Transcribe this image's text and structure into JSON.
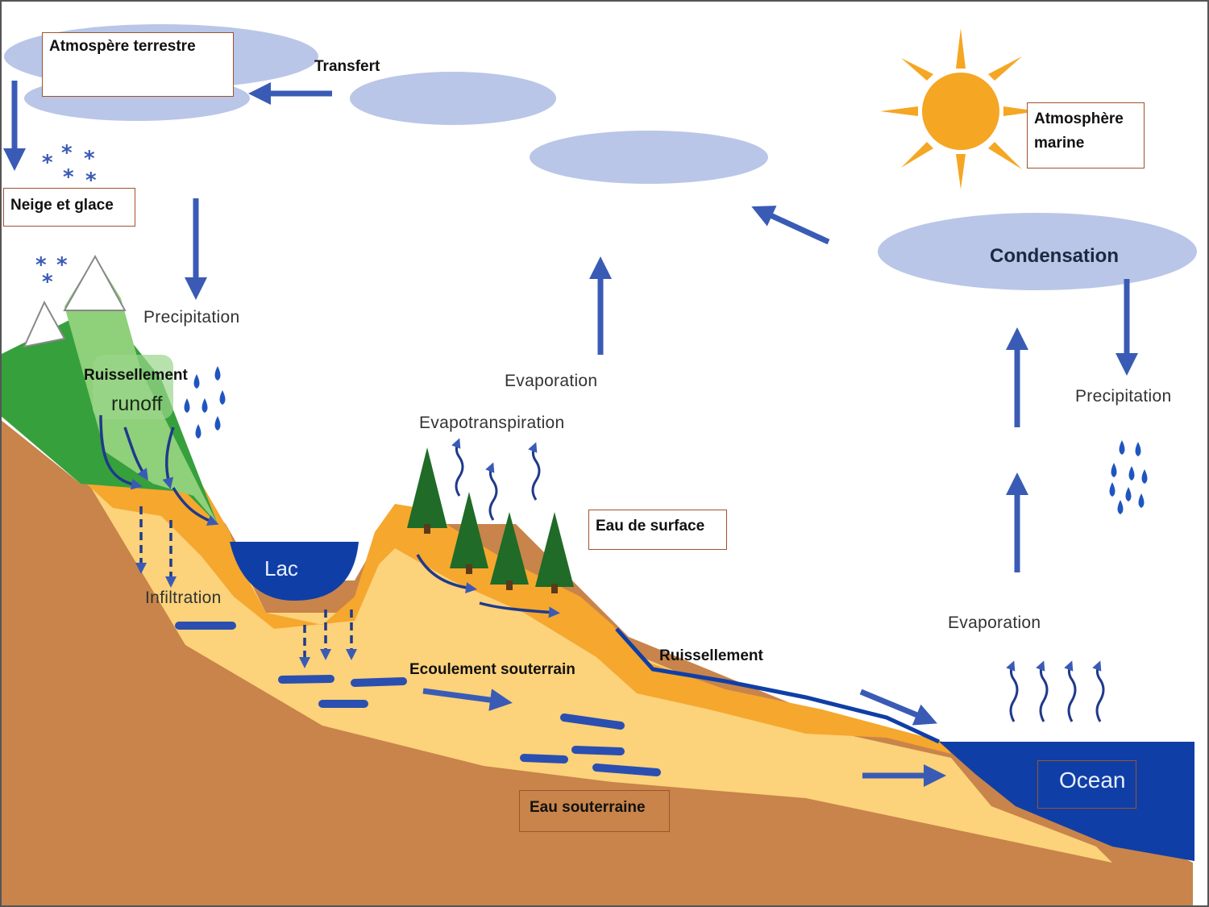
{
  "labels": {
    "atmosphere_terrestre": "Atmospère terrestre",
    "transfert": "Transfert",
    "atmosphere_marine_1": "Atmosphère",
    "atmosphere_marine_2": "marine",
    "neige_glace": "Neige et glace",
    "precipitation_land": "Precipitation",
    "condensation": "Condensation",
    "precipitation_sea": "Precipitation",
    "evaporation_middle": "Evaporation",
    "evapotranspiration": "Evapotranspiration",
    "ruissellement_mountain": "Ruissellement",
    "runoff": "runoff",
    "lac": "Lac",
    "infiltration": "Infiltration",
    "eau_de_surface": "Eau de surface",
    "ruissellement_coast": "Ruissellement",
    "ecoulement_souterrain": "Ecoulement souterrain",
    "evaporation_sea": "Evaporation",
    "ocean": "Ocean",
    "eau_souterraine": "Eau souterraine"
  },
  "colors": {
    "cloud": "#b9c6e8",
    "arrow": "#3a5bb5",
    "sun": "#f5a623",
    "soil": "#c8844a",
    "aquifer": "#fcd27a",
    "topsoil": "#f5a72e",
    "water": "#0f3fa6",
    "grass": "#36a03c",
    "grass_light": "#8fd07a",
    "tree": "#1f6b27",
    "box_border": "#a0522d"
  }
}
